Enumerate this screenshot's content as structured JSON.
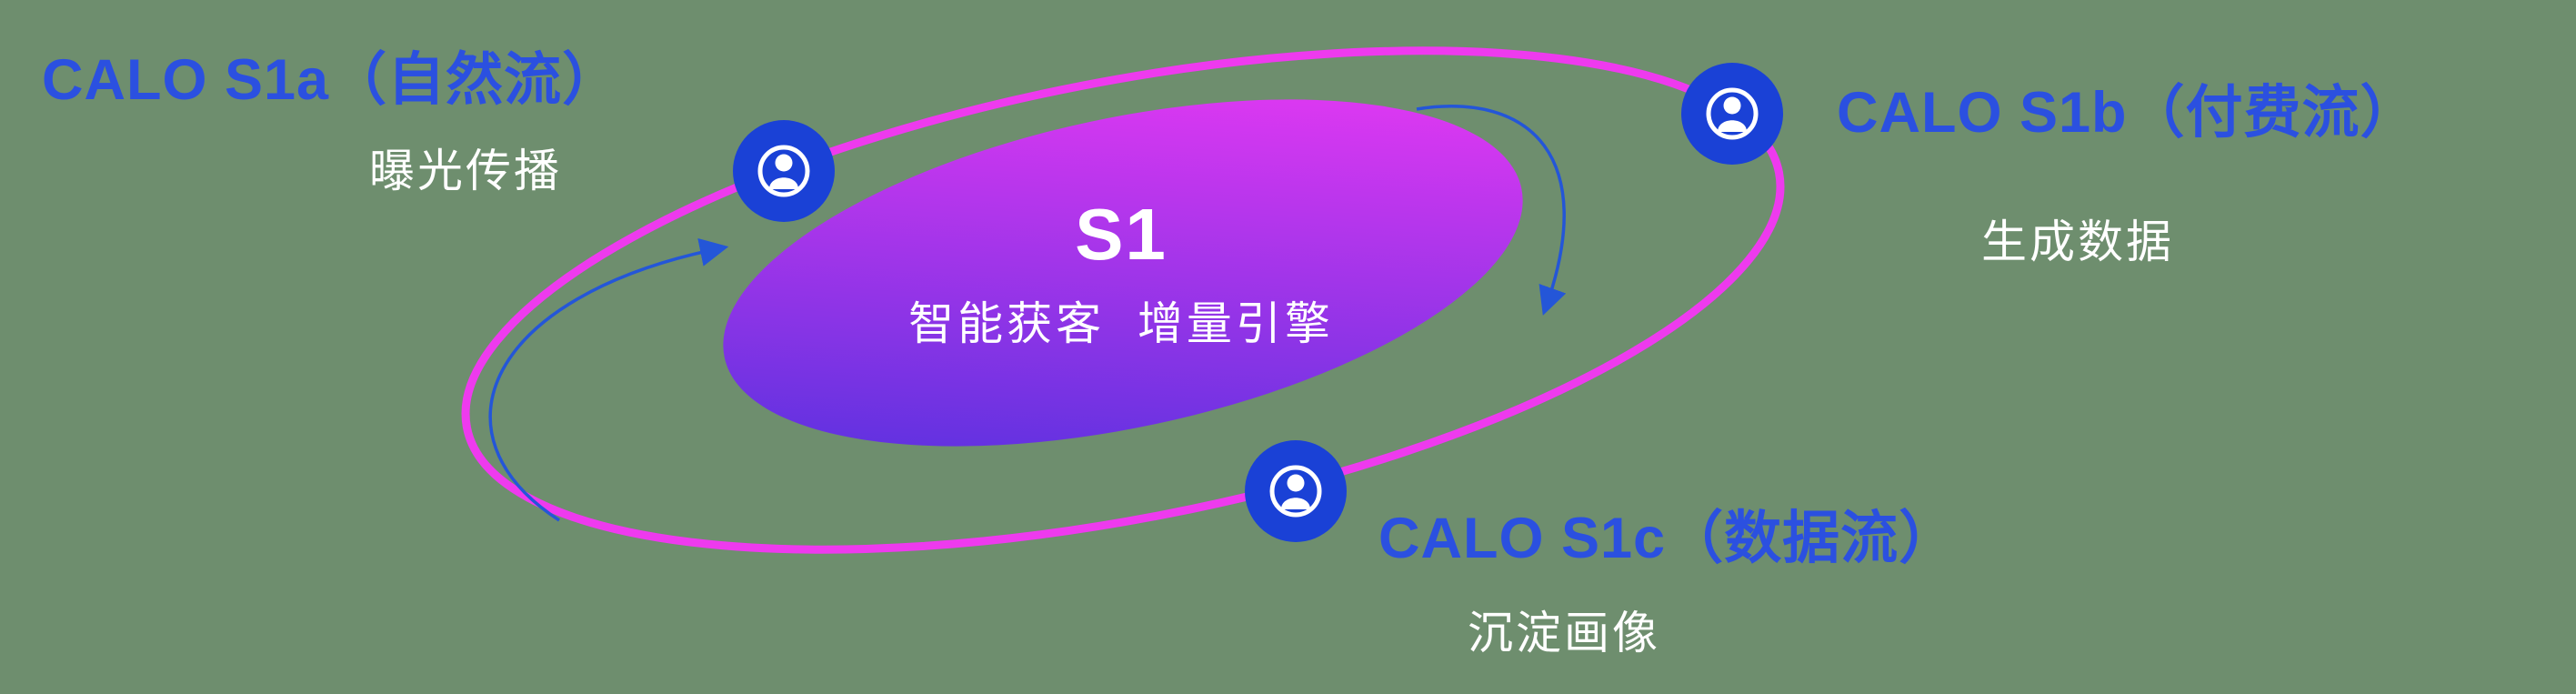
{
  "background": "#6e8e6e",
  "core": {
    "title": "S1",
    "subtitle": "智能获客  增量引擎",
    "gradient_start": "#4c31dd",
    "gradient_end": "#e138f2"
  },
  "orbit": {
    "ring_color": "#ee3aee",
    "arrow_color": "#2456d8"
  },
  "nodes": {
    "color": "#1a41d6",
    "icon": "user-icon"
  },
  "labels": {
    "s1a": {
      "title": "CALO S1a（自然流）",
      "subtitle": "曝光传播"
    },
    "s1b": {
      "title": "CALO S1b（付费流）",
      "subtitle": "生成数据"
    },
    "s1c": {
      "title": "CALO S1c（数据流）",
      "subtitle": "沉淀画像"
    }
  },
  "text_colors": {
    "accent_blue": "#2b50e0",
    "white": "#ffffff"
  }
}
